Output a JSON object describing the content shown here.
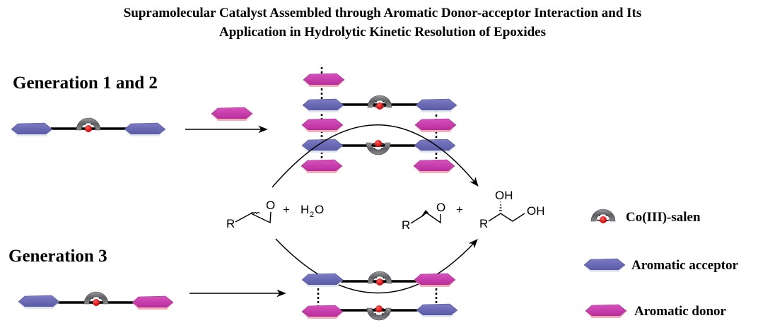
{
  "title": {
    "line1": "Supramolecular Catalyst Assembled through Aromatic Donor-acceptor Interaction and Its",
    "line2": "Application in Hydrolytic Kinetic Resolution of Epoxides"
  },
  "generations": [
    {
      "label": "Generation 1 and 2",
      "monomer": [
        "acceptor",
        "salen",
        "acceptor"
      ],
      "added_reagent": "donor"
    },
    {
      "label": "Generation 3",
      "monomer": [
        "acceptor",
        "salen",
        "donor"
      ]
    }
  ],
  "reaction": {
    "reactant_R": "R",
    "reactant_O": "O",
    "plus": "+",
    "water_H": "H",
    "water_sub": "2",
    "water_O": "O",
    "product_epoxide_R": "R",
    "product_epoxide_O": "O",
    "product_diol_R": "R",
    "product_diol_OH1": "OH",
    "product_diol_OH2": "OH"
  },
  "legend": [
    {
      "key": "salen",
      "label": "Co(III)-salen"
    },
    {
      "key": "acceptor",
      "label": "Aromatic acceptor"
    },
    {
      "key": "donor",
      "label": "Aromatic donor"
    }
  ],
  "colors": {
    "acceptor_top": "#6a6bb5",
    "acceptor_edge": "#c8d0e4",
    "donor_top": "#cc3fb0",
    "donor_edge": "#f2a9b4",
    "salen_ring": "#6e6e72",
    "cobalt": "#e8000a",
    "arrow": "#000000"
  }
}
